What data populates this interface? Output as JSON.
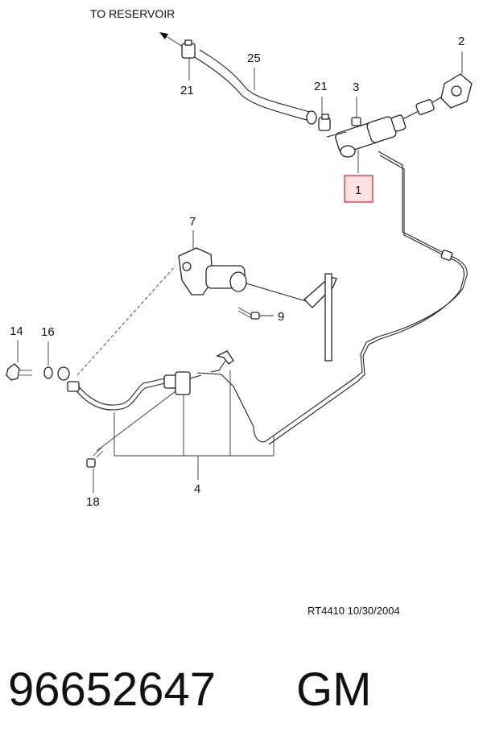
{
  "header": {
    "to_reservoir": "TO RESERVOIR"
  },
  "callouts": {
    "c1": "1",
    "c2": "2",
    "c3": "3",
    "c4": "4",
    "c7": "7",
    "c9": "9",
    "c14": "14",
    "c16": "16",
    "c18": "18",
    "c21a": "21",
    "c21b": "21",
    "c25": "25"
  },
  "footer": {
    "ref": "RT4410  10/30/2004"
  },
  "part": {
    "number": "96652647",
    "brand": "GM"
  },
  "colors": {
    "highlight_border": "#d9303a",
    "highlight_fill": "#fbe3e3",
    "line": "#222222"
  }
}
